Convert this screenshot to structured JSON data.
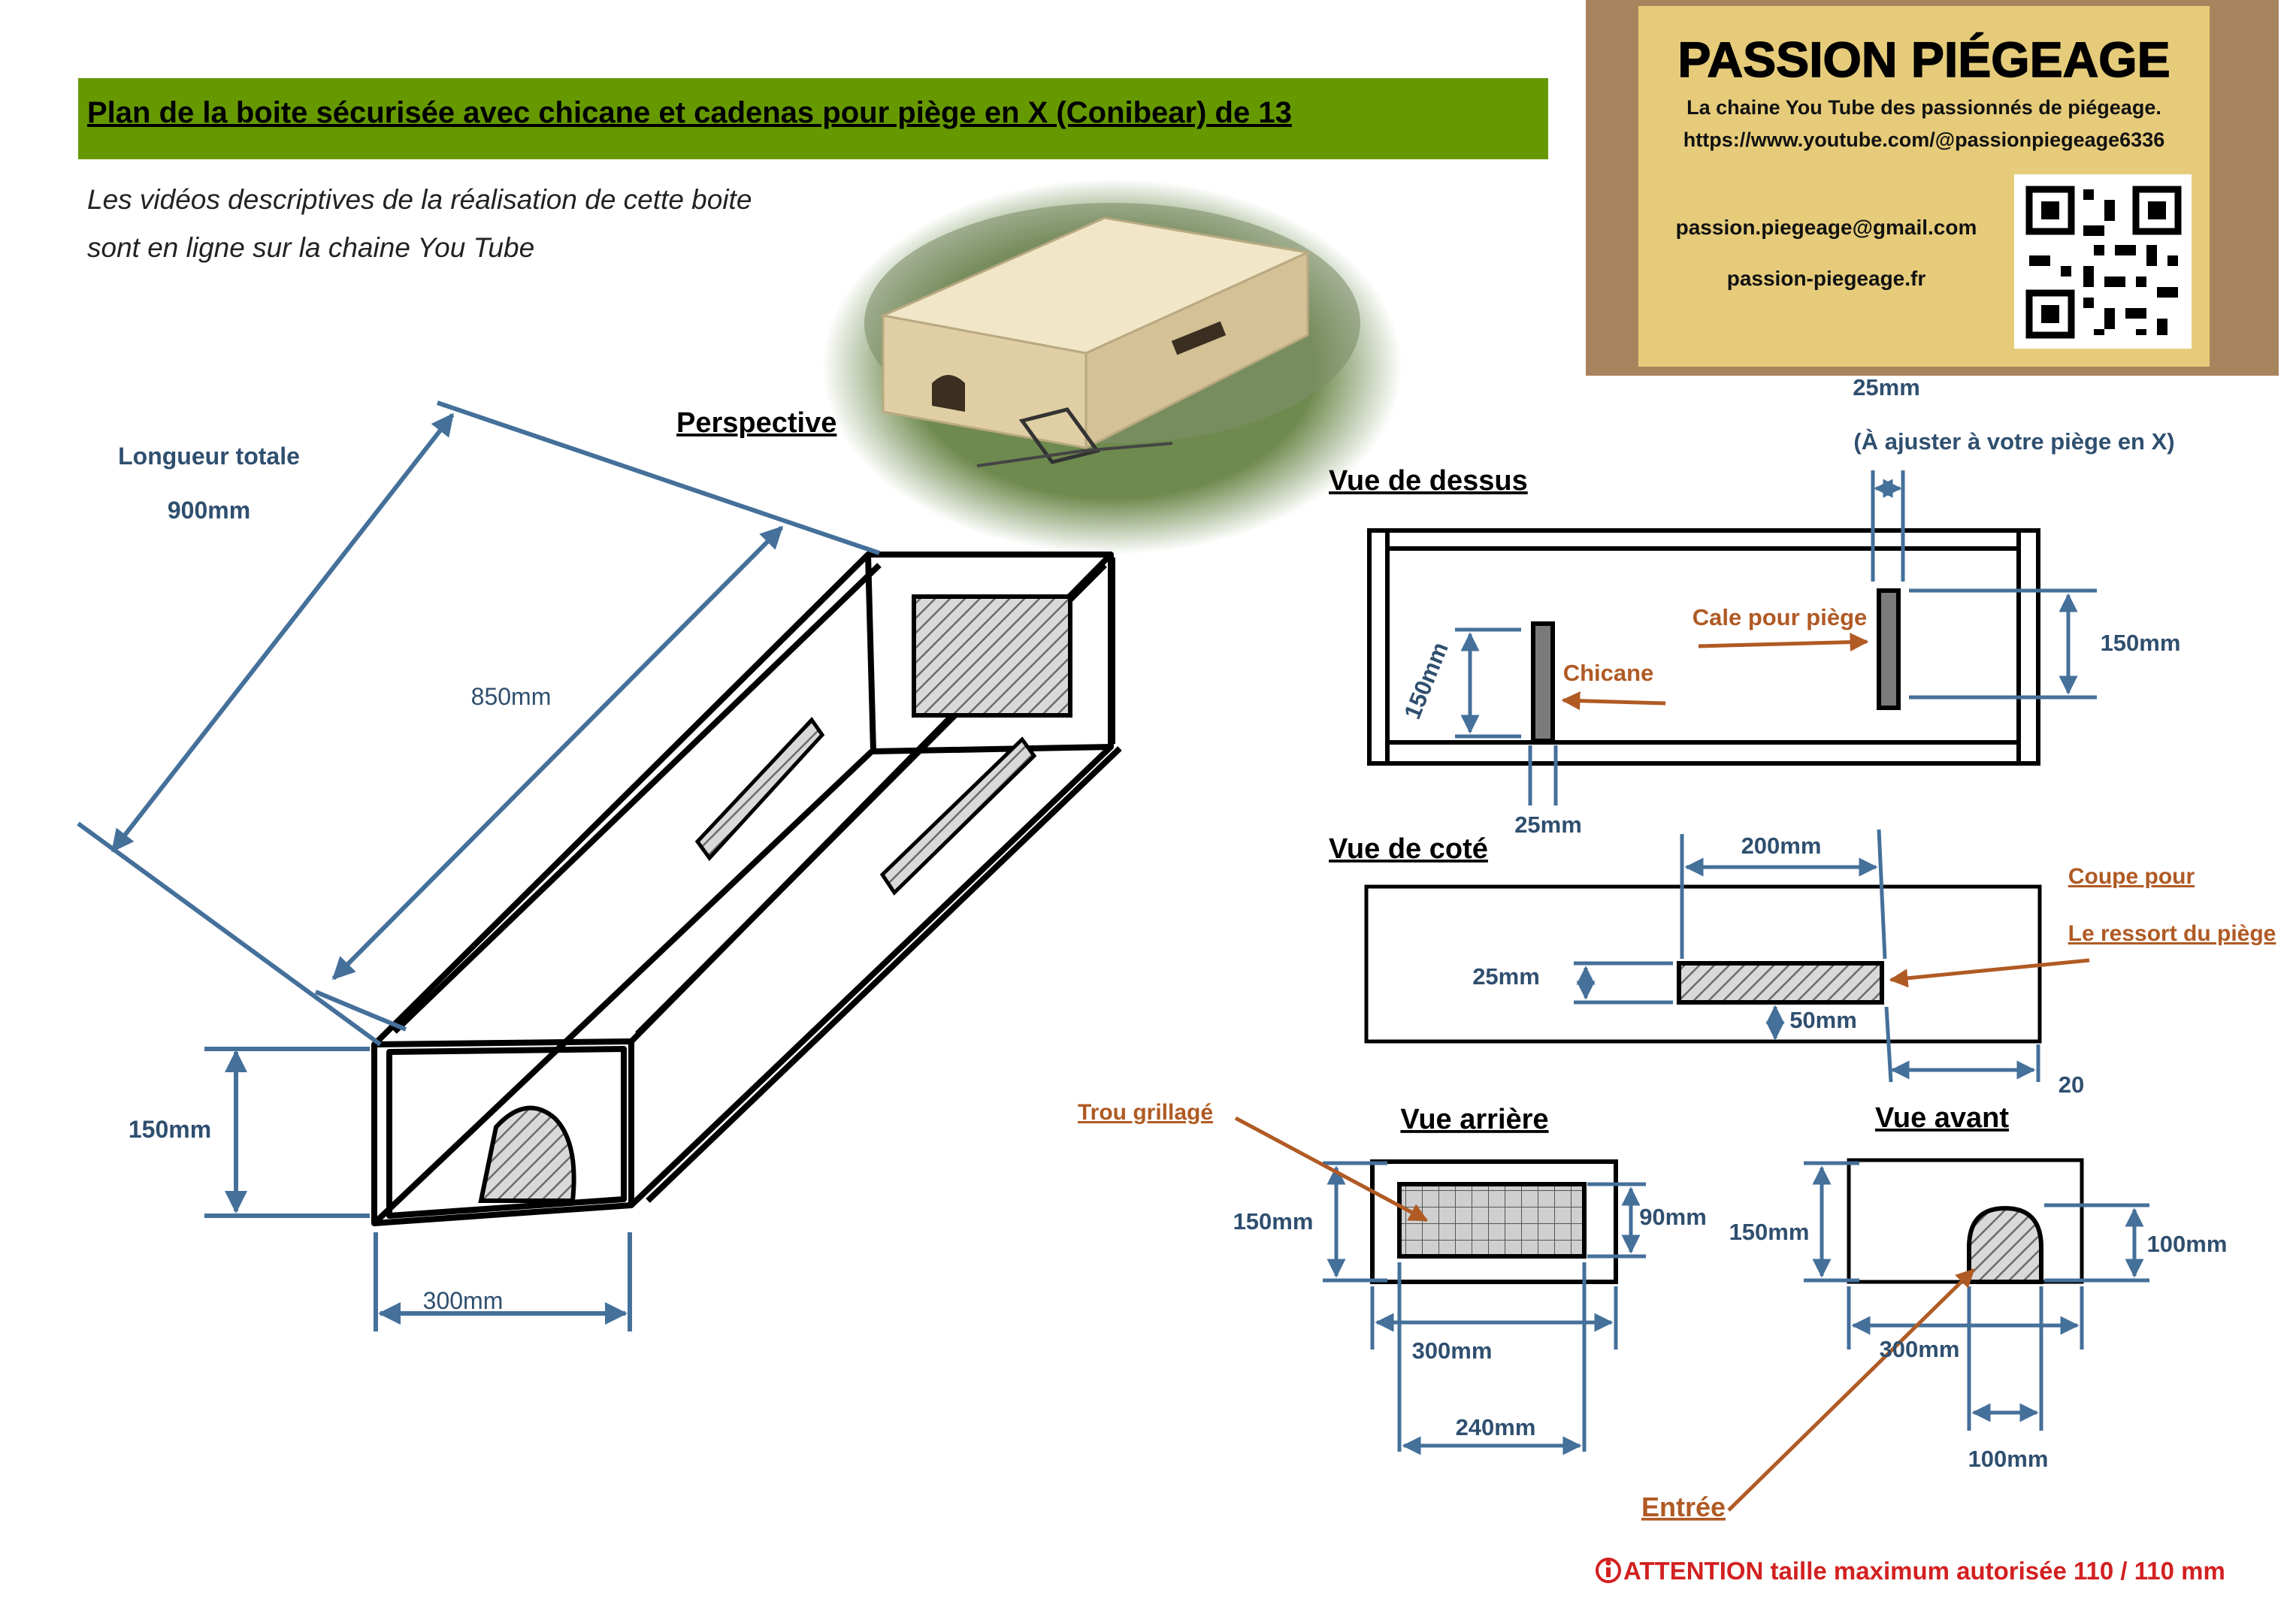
{
  "header": {
    "title": "Plan de la boite sécurisée avec chicane et cadenas pour piège en X (Conibear) de 13",
    "intro_line1": "Les vidéos descriptives de la réalisation de cette boite",
    "intro_line2": "sont en ligne sur la chaine You Tube"
  },
  "brand": {
    "name": "PASSION PIÉGEAGE",
    "tagline": "La chaine You Tube des passionnés de piégeage.",
    "url": "https://www.youtube.com/@passionpiegeage6336",
    "email": "passion.piegeage@gmail.com",
    "website": "passion-piegeage.fr"
  },
  "perspective": {
    "heading": "Perspective",
    "total_length_label": "Longueur totale",
    "total_length_value": "900mm",
    "inner_length": "850mm",
    "height": "150mm",
    "width": "300mm"
  },
  "top_view": {
    "heading": "Vue de dessus",
    "gap_value": "25mm",
    "gap_note": "(À ajuster à votre piège en X)",
    "wedge_label": "Cale pour piège",
    "baffle_label": "Chicane",
    "right_height": "150mm",
    "left_height": "150mm",
    "baffle_thickness": "25mm"
  },
  "side_view": {
    "heading": "Vue de coté",
    "slot_length": "200mm",
    "slot_height": "25mm",
    "slot_offset_bottom": "50mm",
    "slot_offset_end": "20",
    "cut_label_1": "Coupe pour",
    "cut_label_2": "Le ressort du piège"
  },
  "rear_view": {
    "heading": "Vue arrière",
    "mesh_label": "Trou grillagé",
    "height": "150mm",
    "mesh_height": "90mm",
    "width": "300mm",
    "mesh_width": "240mm"
  },
  "front_view": {
    "heading": "Vue avant",
    "height": "150mm",
    "opening_height": "100mm",
    "width": "300mm",
    "opening_width": "100mm",
    "entry_label": "Entrée"
  },
  "warning": {
    "icon": "info-icon",
    "text": "ATTENTION taille maximum autorisée 110 / 110 mm"
  },
  "colors": {
    "title_band": "#669900",
    "dimension": "#44709A",
    "callout": "#B05A24",
    "warning": "#D32020",
    "brand_frame": "#A8845E",
    "brand_card": "#E6CC7A"
  }
}
